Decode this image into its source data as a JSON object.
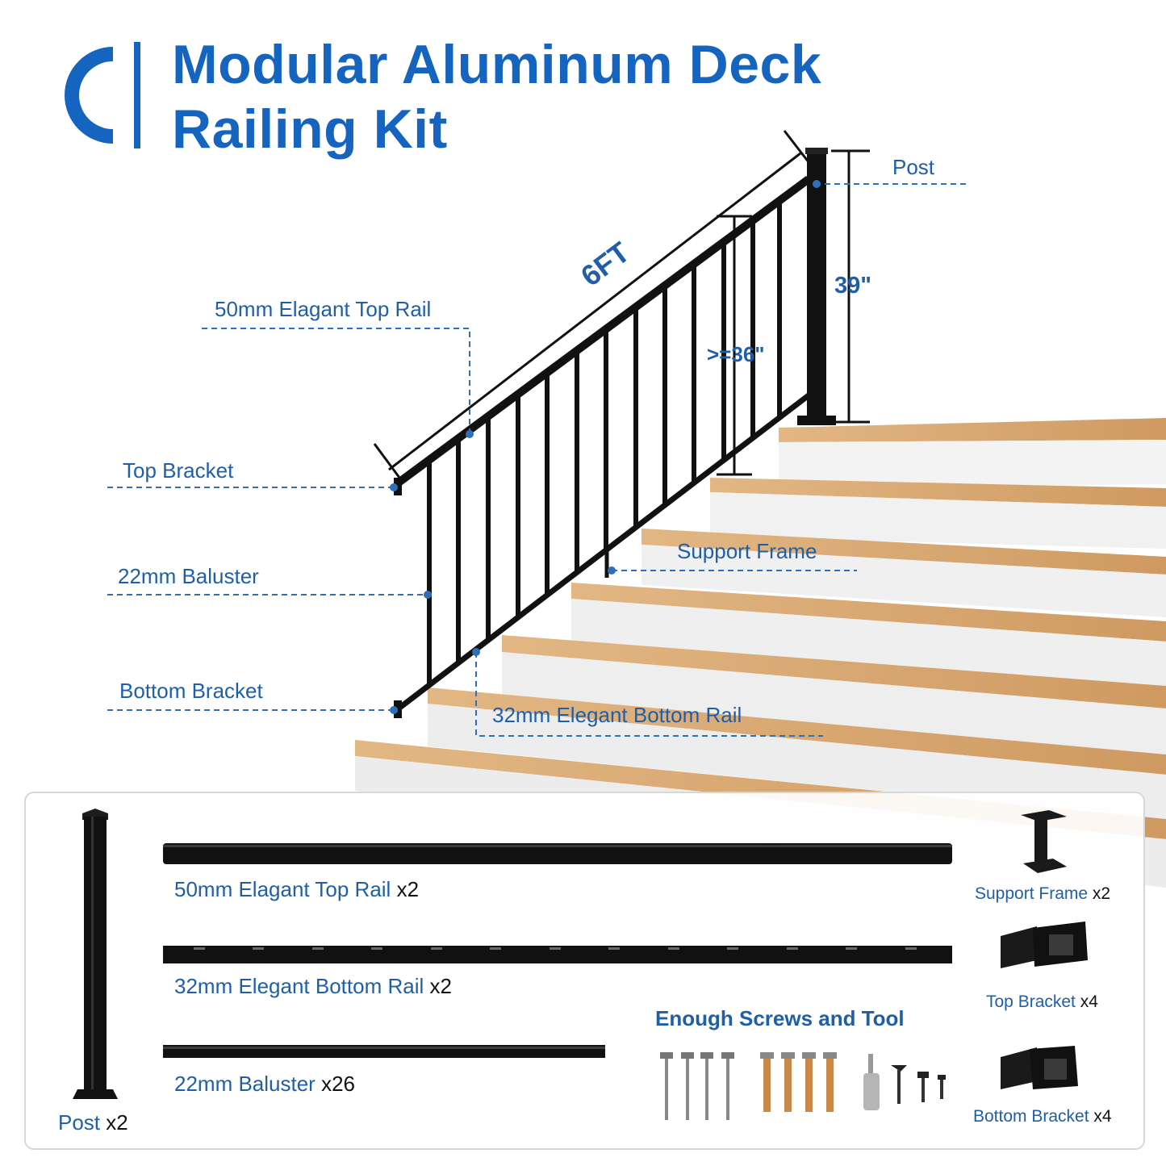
{
  "title": {
    "line1": "Modular Aluminum Deck",
    "line2": "Railing Kit"
  },
  "colors": {
    "brand_blue": "#1565c0",
    "label_blue": "#1f5fa8",
    "rail_black": "#111111",
    "step_wood": "#d9a76f",
    "step_white": "#f4f4f4"
  },
  "callouts": {
    "post": "Post",
    "top_rail": "50mm Elagant Top Rail",
    "top_bracket": "Top Bracket",
    "baluster": "22mm Baluster",
    "support_frame": "Support Frame",
    "bottom_bracket": "Bottom Bracket",
    "bottom_rail": "32mm Elegant Bottom Rail"
  },
  "dimensions": {
    "length": "6FT",
    "post_height": "39\"",
    "rail_height": ">=36\""
  },
  "parts": {
    "top_rail": {
      "label": "50mm Elagant Top Rail",
      "qty": "x2"
    },
    "bottom_rail": {
      "label": "32mm Elegant Bottom Rail",
      "qty": "x2"
    },
    "baluster": {
      "label": "22mm Baluster",
      "qty": "x26"
    },
    "post": {
      "label": "Post",
      "qty": "x2"
    },
    "support_frame": {
      "label": "Support Frame",
      "qty": "x2"
    },
    "top_bracket": {
      "label": "Top Bracket",
      "qty": "x4"
    },
    "bottom_bracket": {
      "label": "Bottom Bracket",
      "qty": "x4"
    },
    "screws_title": "Enough Screws and Tool"
  },
  "icons": [
    "logo-icon",
    "screw-icon",
    "anchor-bolt-icon",
    "socket-tool-icon"
  ]
}
